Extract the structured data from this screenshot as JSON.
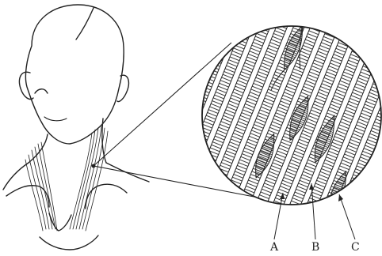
{
  "diagram": {
    "labels": {
      "a": "A",
      "b": "B",
      "c": "C"
    },
    "colors": {
      "ink": "#222222",
      "background": "#ffffff"
    }
  }
}
